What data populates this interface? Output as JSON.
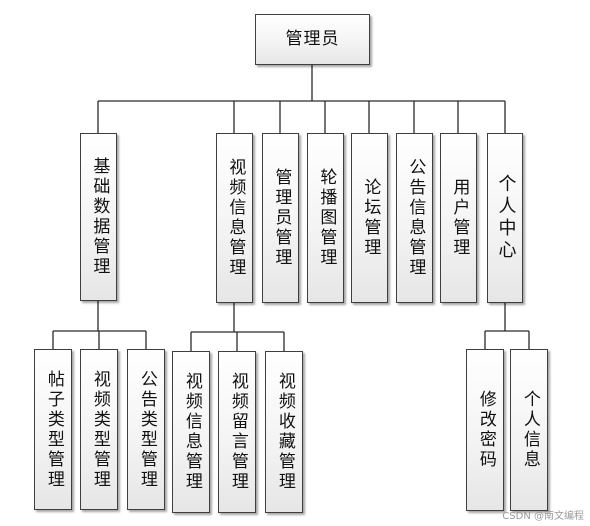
{
  "diagram": {
    "root": "管理员",
    "modules": [
      {
        "label": "基础数据管理",
        "children": [
          "帖子类型管理",
          "视频类型管理",
          "公告类型管理"
        ]
      },
      {
        "label": "视频信息管理",
        "children": [
          "视频信息管理",
          "视频留言管理",
          "视频收藏管理"
        ]
      },
      {
        "label": "管理员管理",
        "children": []
      },
      {
        "label": "轮播图管理",
        "children": []
      },
      {
        "label": "论坛管理",
        "children": []
      },
      {
        "label": "公告信息管理",
        "children": []
      },
      {
        "label": "用户管理",
        "children": []
      },
      {
        "label": "个人中心",
        "children": [
          "修改密码",
          "个人信息"
        ]
      }
    ]
  },
  "watermark": "CSDN @南文编程"
}
